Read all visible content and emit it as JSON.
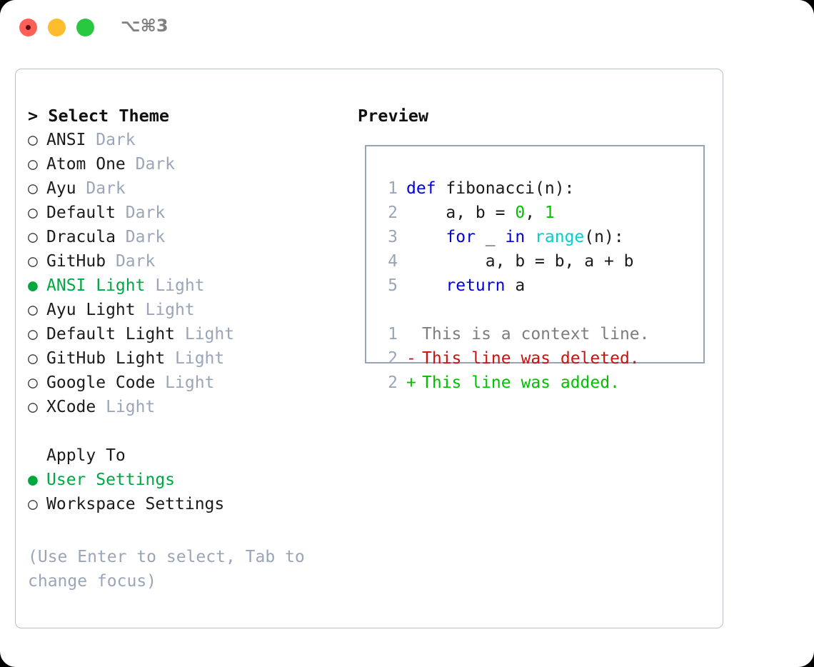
{
  "titlebar": {
    "traffic_lights": [
      "close",
      "minimize",
      "maximize"
    ],
    "shortcut": "⌥⌘3"
  },
  "theme_panel": {
    "header": "> Select Theme",
    "header_prefix": ">",
    "header_text": "Select Theme",
    "options": [
      {
        "bullet": "○",
        "selected": false,
        "name": "ANSI",
        "variant": "Dark"
      },
      {
        "bullet": "○",
        "selected": false,
        "name": "Atom One",
        "variant": "Dark"
      },
      {
        "bullet": "○",
        "selected": false,
        "name": "Ayu",
        "variant": "Dark"
      },
      {
        "bullet": "○",
        "selected": false,
        "name": "Default",
        "variant": "Dark"
      },
      {
        "bullet": "○",
        "selected": false,
        "name": "Dracula",
        "variant": "Dark"
      },
      {
        "bullet": "○",
        "selected": false,
        "name": "GitHub",
        "variant": "Dark"
      },
      {
        "bullet": "●",
        "selected": true,
        "name": "ANSI Light",
        "variant": "Light"
      },
      {
        "bullet": "○",
        "selected": false,
        "name": "Ayu Light",
        "variant": "Light"
      },
      {
        "bullet": "○",
        "selected": false,
        "name": "Default Light",
        "variant": "Light"
      },
      {
        "bullet": "○",
        "selected": false,
        "name": "GitHub Light",
        "variant": "Light"
      },
      {
        "bullet": "○",
        "selected": false,
        "name": "Google Code",
        "variant": "Light"
      },
      {
        "bullet": "○",
        "selected": false,
        "name": "XCode",
        "variant": "Light"
      }
    ]
  },
  "apply_to": {
    "header": "Apply To",
    "options": [
      {
        "bullet": "●",
        "selected": true,
        "name": "User Settings"
      },
      {
        "bullet": "○",
        "selected": false,
        "name": "Workspace Settings"
      }
    ]
  },
  "hint": "(Use Enter to select, Tab to change focus)",
  "preview": {
    "title": "Preview",
    "code": [
      {
        "n": "1",
        "tokens": [
          {
            "t": "def",
            "c": "kw"
          },
          {
            "t": " fibonacci(n):",
            "c": "plain"
          }
        ]
      },
      {
        "n": "2",
        "tokens": [
          {
            "t": "    a, b = ",
            "c": "plain"
          },
          {
            "t": "0",
            "c": "num"
          },
          {
            "t": ", ",
            "c": "plain"
          },
          {
            "t": "1",
            "c": "num"
          }
        ]
      },
      {
        "n": "3",
        "tokens": [
          {
            "t": "    ",
            "c": "plain"
          },
          {
            "t": "for",
            "c": "kw"
          },
          {
            "t": " _ ",
            "c": "plain"
          },
          {
            "t": "in",
            "c": "kw"
          },
          {
            "t": " ",
            "c": "plain"
          },
          {
            "t": "range",
            "c": "fn"
          },
          {
            "t": "(n):",
            "c": "plain"
          }
        ]
      },
      {
        "n": "4",
        "tokens": [
          {
            "t": "        a, b = b, a + b",
            "c": "plain"
          }
        ]
      },
      {
        "n": "5",
        "tokens": [
          {
            "t": "    ",
            "c": "plain"
          },
          {
            "t": "return",
            "c": "kw"
          },
          {
            "t": " a",
            "c": "plain"
          }
        ]
      }
    ],
    "diff": [
      {
        "n": "1",
        "marker": " ",
        "text": "This is a context line.",
        "kind": "context"
      },
      {
        "n": "2",
        "marker": "-",
        "text": "This line was deleted.",
        "kind": "deleted"
      },
      {
        "n": "2",
        "marker": "+",
        "text": "This line was added.",
        "kind": "added"
      }
    ]
  },
  "colors": {
    "accent_green": "#00a843",
    "muted": "#9aa5b8",
    "keyword_blue": "#0000e0",
    "number_green": "#00c000",
    "function_cyan": "#00cfcf",
    "diff_deleted": "#cc1111",
    "diff_added": "#00c000",
    "diff_context": "#7d7d7d",
    "panel_border": "#b8c0cc",
    "preview_border": "#97a4b7"
  }
}
